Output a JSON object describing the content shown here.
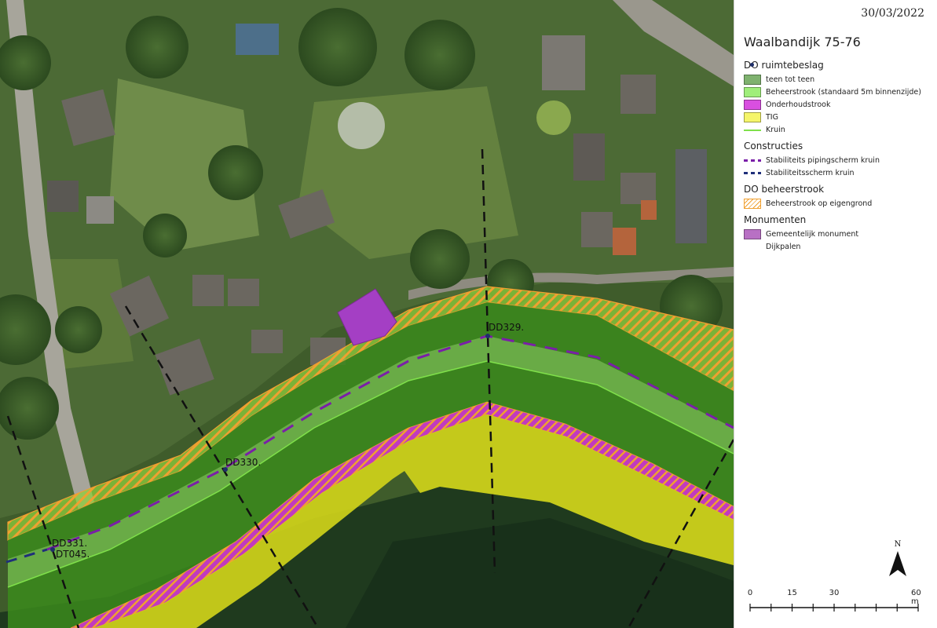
{
  "map": {
    "date": "30/03/2022",
    "title": "Waalbandijk 75-76",
    "dike_labels": [
      "DD329.",
      "DD330.",
      "DD331.",
      "DT045."
    ]
  },
  "legend": {
    "groups": [
      {
        "title": "DO ruimtebeslag",
        "items": [
          {
            "label": "teen tot teen",
            "type": "fill",
            "color": "#7fb26f"
          },
          {
            "label": "Beheerstrook (standaard 5m binnenzijde)",
            "type": "fill",
            "color": "#9fee7a"
          },
          {
            "label": "Onderhoudstrook",
            "type": "fill",
            "color": "#d94fe0"
          },
          {
            "label": "TIG",
            "type": "fill",
            "color": "#f5f56a"
          },
          {
            "label": "Kruin",
            "type": "line",
            "color": "#7fe04a"
          }
        ]
      },
      {
        "title": "Constructies",
        "items": [
          {
            "label": "Stabiliteits pipingscherm kruin",
            "type": "dashed",
            "color": "#7a1fa8"
          },
          {
            "label": "Stabiliteitsscherm kruin",
            "type": "dashed",
            "color": "#1f2f7a"
          }
        ]
      },
      {
        "title": "DO beheerstrook",
        "items": [
          {
            "label": "Beheerstrook op eigengrond",
            "type": "hatch",
            "color": "#f0a030"
          }
        ]
      },
      {
        "title": "Monumenten",
        "items": [
          {
            "label": "Gemeentelijk monument",
            "type": "fill",
            "color": "#b870c4"
          },
          {
            "label": "Dijkpalen",
            "type": "dot",
            "color": "#1f2f6a"
          }
        ]
      }
    ]
  },
  "north_arrow": {
    "label": "N"
  },
  "scale_bar": {
    "labels": [
      "0",
      "15",
      "30",
      "60 m"
    ],
    "values": [
      0,
      15,
      30,
      60
    ]
  },
  "colors": {
    "aerial_base": "#3d5a2a",
    "dike_green": "#3f8a1f",
    "kruin_band": "#6aa845",
    "maintenance_purple": "#b3269c",
    "tig_yellow": "#cfd215",
    "hatch_orange": "#f0a030",
    "monument_purple": "#a43fc4"
  }
}
